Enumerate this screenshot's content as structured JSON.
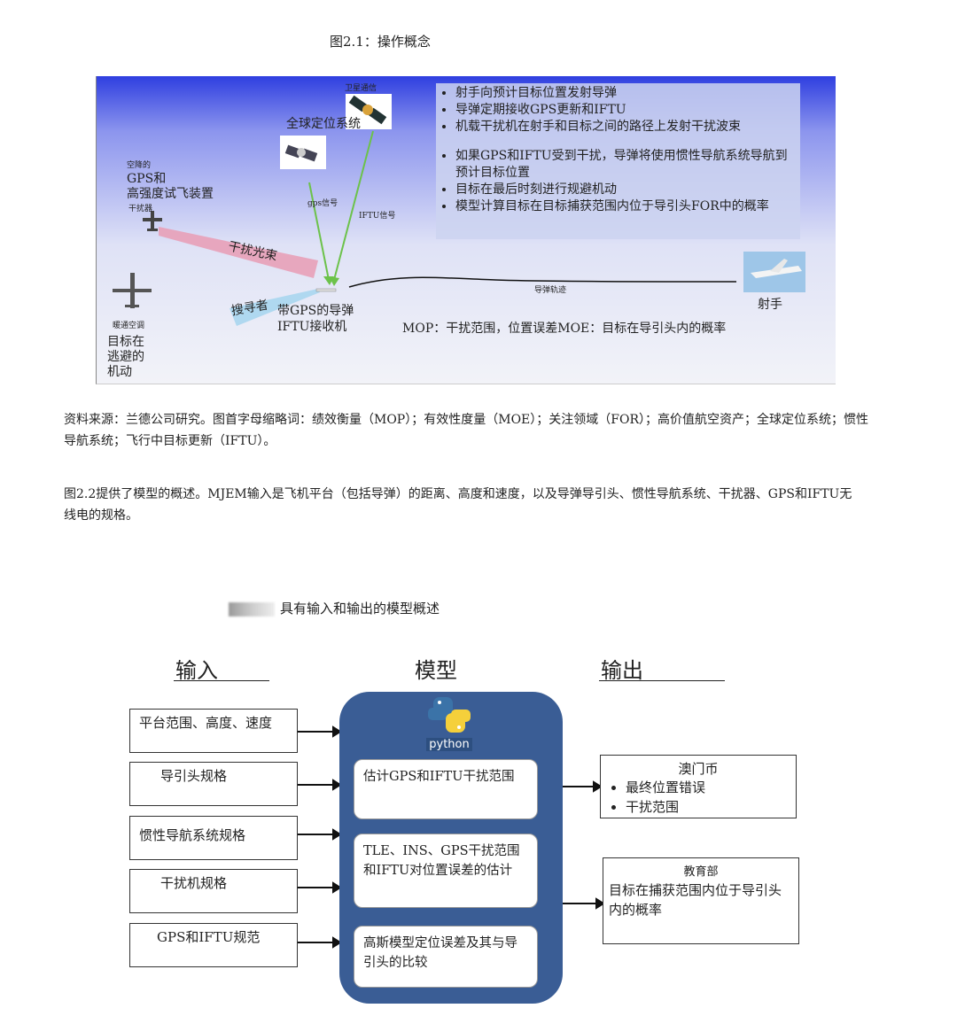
{
  "figure1": {
    "caption": "图2.1：操作概念",
    "bullets": [
      "射手向预计目标位置发射导弹",
      "导弹定期接收GPS更新和IFTU",
      "机载干扰机在射手和目标之间的路径上发射干扰波束",
      "如果GPS和IFTU受到干扰，导弹将使用惯性导航系统导航到预计目标位置",
      "目标在最后时刻进行规避机动",
      "模型计算目标在目标捕获范围内位于导引头FOR中的概率"
    ],
    "labels": {
      "satcom": "卫星通信",
      "gps_sat": "全球定位系统",
      "airborne": "空降的",
      "jammer_desc": "GPS和\n高强度试飞装置",
      "jammer": "干扰器",
      "gps_signal": "gps信号",
      "iftu_signal": "IFTU信号",
      "beam": "干扰光束",
      "seeker": "搜寻者",
      "missile": "带GPS的导弹\nIFTU接收机",
      "trajectory": "导弹轨迹",
      "shooter": "射手",
      "hvac": "暖通空调",
      "target": "目标在\n逃避的\n机动",
      "mop_moe": "MOP：干扰范围，位置误差MOE：目标在导引头内的概率"
    }
  },
  "source_text": "资料来源：兰德公司研究。图首字母缩略词：绩效衡量（MOP）；有效性度量（MOE）；关注领域（FOR）；高价值航空资产；全球定位系统；惯性导航系统；飞行中目标更新（IFTU）。",
  "paragraph": "图2.2提供了模型的概述。MJEM输入是飞机平台（包括导弹）的距离、高度和速度，以及导弹导引头、惯性导航系统、干扰器、GPS和IFTU无线电的规格。",
  "figure2": {
    "caption": "具有输入和输出的模型概述",
    "col_input": "输入",
    "col_model": "模型",
    "col_output": "输出",
    "inputs": [
      "平台范围、高度、速度",
      "导引头规格",
      "惯性导航系统规格",
      "干扰机规格",
      "GPS和IFTU规范"
    ],
    "python_label": "python",
    "model_steps": [
      "估计GPS和IFTU干扰范围",
      "TLE、INS、GPS干扰范围和IFTU对位置误差的估计",
      "高斯模型定位误差及其与导引头的比较"
    ],
    "output1": {
      "title": "澳门币",
      "items": [
        "最终位置错误",
        "干扰范围"
      ]
    },
    "output2": {
      "title": "教育部",
      "text": "目标在捕获范围内位于导引头内的概率"
    }
  },
  "colors": {
    "model_bg": "#3a5d95",
    "panel_top": "#2f3fe0"
  }
}
